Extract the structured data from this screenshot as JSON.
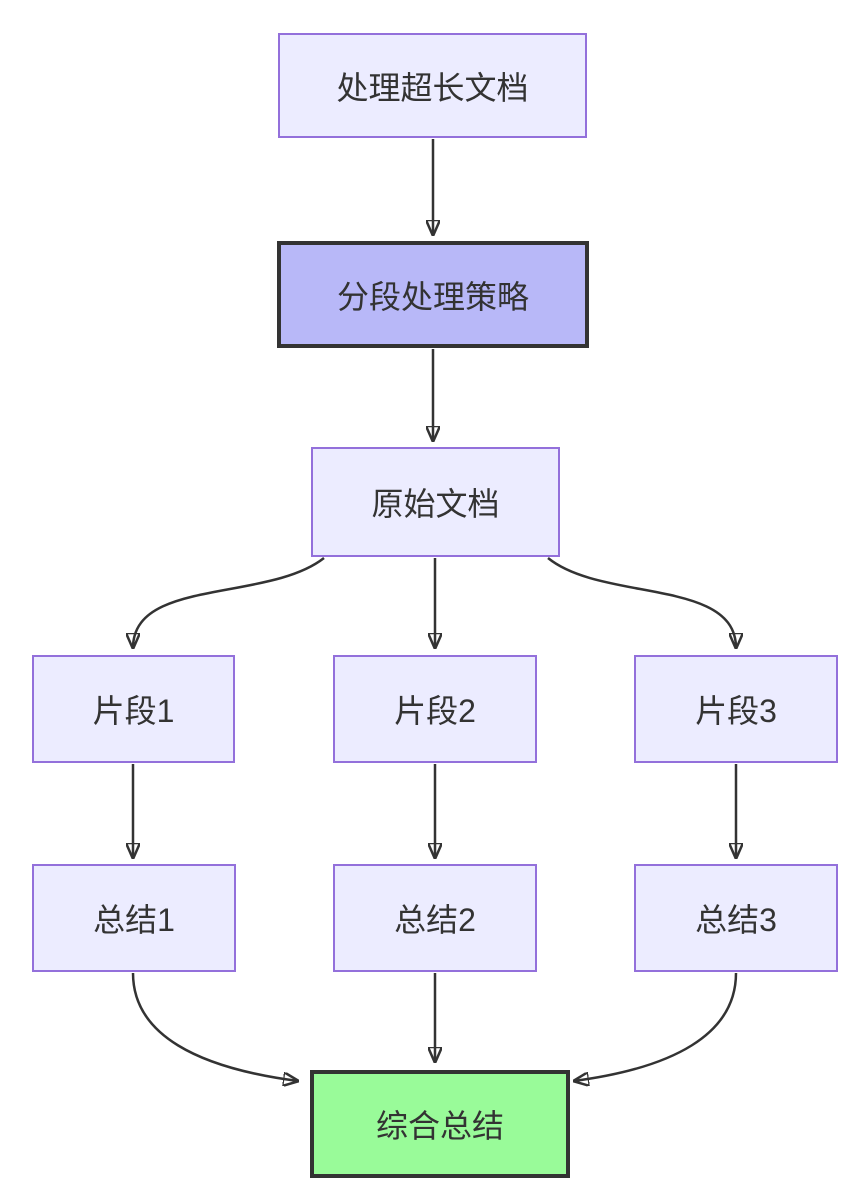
{
  "diagram": {
    "type": "flowchart-top-down",
    "nodes": [
      {
        "id": "A",
        "label": "处理超长文档",
        "style": "default"
      },
      {
        "id": "B",
        "label": "分段处理策略",
        "style": "emphasis"
      },
      {
        "id": "C",
        "label": "原始文档",
        "style": "default"
      },
      {
        "id": "D1",
        "label": "片段1",
        "style": "default"
      },
      {
        "id": "D2",
        "label": "片段2",
        "style": "default"
      },
      {
        "id": "D3",
        "label": "片段3",
        "style": "default"
      },
      {
        "id": "E1",
        "label": "总结1",
        "style": "default"
      },
      {
        "id": "E2",
        "label": "总结2",
        "style": "default"
      },
      {
        "id": "E3",
        "label": "总结3",
        "style": "default"
      },
      {
        "id": "F",
        "label": "综合总结",
        "style": "success"
      }
    ],
    "edges": [
      {
        "from": "A",
        "to": "B"
      },
      {
        "from": "B",
        "to": "C"
      },
      {
        "from": "C",
        "to": "D1"
      },
      {
        "from": "C",
        "to": "D2"
      },
      {
        "from": "C",
        "to": "D3"
      },
      {
        "from": "D1",
        "to": "E1"
      },
      {
        "from": "D2",
        "to": "E2"
      },
      {
        "from": "D3",
        "to": "E3"
      },
      {
        "from": "E1",
        "to": "F"
      },
      {
        "from": "E2",
        "to": "F"
      },
      {
        "from": "E3",
        "to": "F"
      }
    ],
    "colors": {
      "background": "#ffffff",
      "default_fill": "#ECECFF",
      "default_border": "#9370DB",
      "emphasis_fill": "#B8B8F8",
      "emphasis_border": "#333333",
      "success_fill": "#99FB99",
      "success_border": "#333333",
      "edge_stroke": "#333333",
      "text": "#333333"
    }
  }
}
